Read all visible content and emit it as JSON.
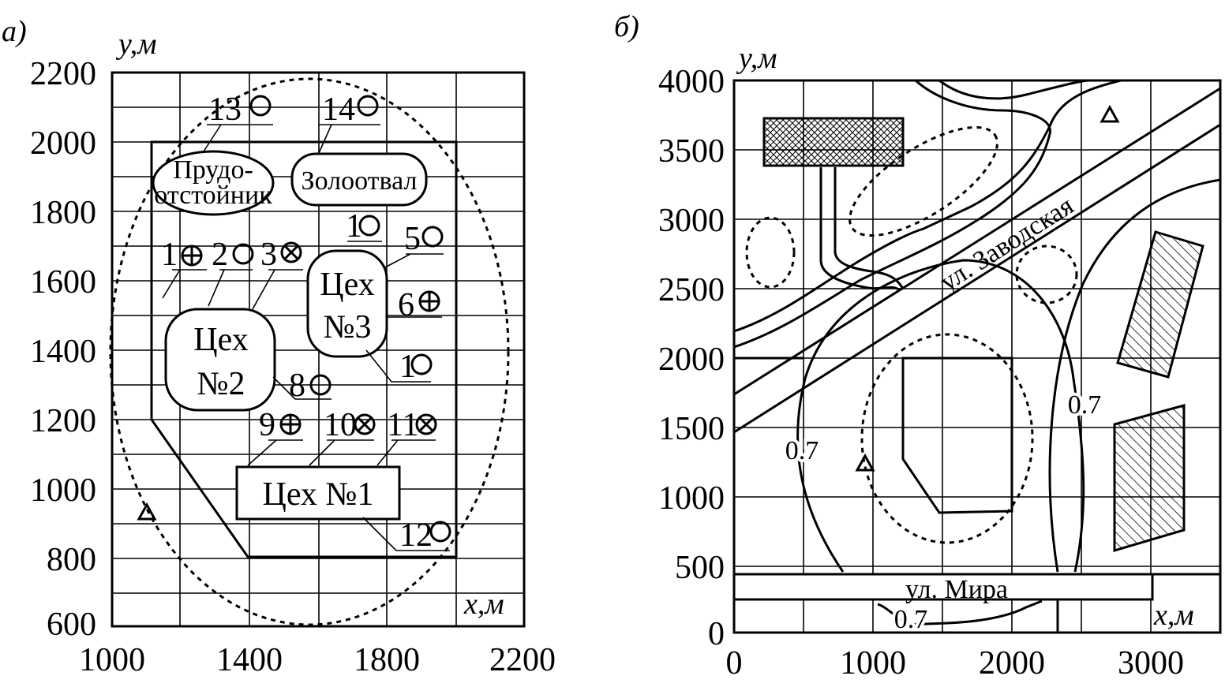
{
  "panel_a": {
    "label": "а)",
    "y_axis": "y,м",
    "x_axis": "x,м",
    "x_ticks": [
      "1000",
      "1400",
      "1800",
      "2200"
    ],
    "y_ticks": [
      "2200",
      "2000",
      "1800",
      "1600",
      "1400",
      "1200",
      "1000",
      "800",
      "600"
    ],
    "buildings": {
      "pond": [
        "Прудо-",
        "отстойник"
      ],
      "ash_dump": "Золоотвал",
      "shop1": "Цех №1",
      "shop2": [
        "Цех",
        "№2"
      ],
      "shop3": [
        "Цех",
        "№3"
      ]
    },
    "sources": [
      "1",
      "2",
      "3",
      "1",
      "5",
      "6",
      "1",
      "8",
      "9",
      "10",
      "11",
      "12",
      "13",
      "14"
    ]
  },
  "panel_b": {
    "label": "б)",
    "y_axis": "y,м",
    "x_axis": "x,м",
    "x_ticks": [
      "0",
      "1000",
      "2000",
      "3000"
    ],
    "y_ticks": [
      "4000",
      "3500",
      "3000",
      "2500",
      "2000",
      "1500",
      "1000",
      "500",
      "0"
    ],
    "street_zavodskaya": "ул. Заводская",
    "street_mira": "ул. Мира",
    "isolines": [
      "0.7",
      "0.7",
      "0.7"
    ]
  }
}
